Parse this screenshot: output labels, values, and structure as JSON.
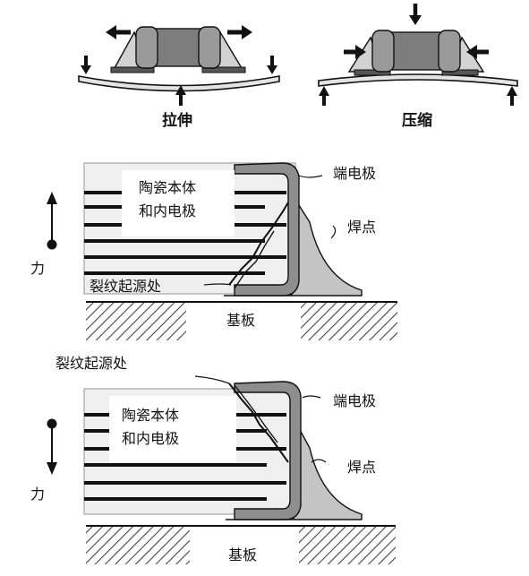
{
  "top": {
    "stretch_label": "拉伸",
    "compress_label": "压缩"
  },
  "diagram1": {
    "body_line1": "陶瓷本体",
    "body_line2": "和内电极",
    "terminal_label": "端电极",
    "solder_label": "焊点",
    "crack_label": "裂纹起源处",
    "substrate_label": "基板",
    "force_label": "力"
  },
  "diagram2": {
    "crack_label": "裂纹起源处",
    "body_line1": "陶瓷本体",
    "body_line2": "和内电极",
    "terminal_label": "端电极",
    "solder_label": "焊点",
    "substrate_label": "基板",
    "force_label": "力"
  },
  "colors": {
    "ink": "#111111",
    "ceramic": "#7d7d7d",
    "electrode": "#bdbdbd",
    "terminal": "#909090",
    "solder": "#c8c8c8",
    "board_face": "#e6e6e6",
    "body_face": "#e8e8e8"
  }
}
